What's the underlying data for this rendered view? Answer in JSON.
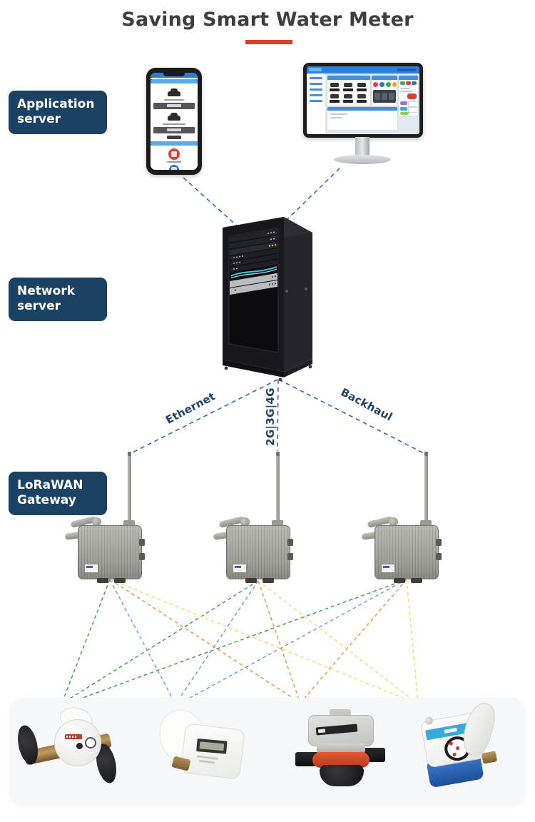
{
  "title": "Saving Smart Water Meter",
  "section_labels": {
    "application_server": "Application server",
    "network_server": "Network server",
    "lorawan_gateway": "LoRaWAN Gateway"
  },
  "connections": {
    "ethernet": "Ethernet",
    "cellular": "2G|3G|4G",
    "backhaul": "Backhaul"
  },
  "colors": {
    "navy": "#1b4265",
    "title_text": "#3d3e42",
    "accent_red": "#d8402f",
    "backbone_blue": "#4166a8",
    "link_green": "#3f9a4d",
    "link_blue": "#7097d6",
    "link_orange": "#e8953f",
    "link_yellow": "#eedc74"
  },
  "devices": {
    "phone": "smartphone-app-mockup",
    "monitor": "desktop-dashboard-mockup",
    "rack": "network-server-rack",
    "gateways": [
      "lorawan-gateway-1",
      "lorawan-gateway-2",
      "lorawan-gateway-3"
    ],
    "meters": [
      "flanged-mechanical-meter",
      "single-jet-smart-meter",
      "volumetric-meter",
      "prepaid-smart-meter"
    ]
  }
}
